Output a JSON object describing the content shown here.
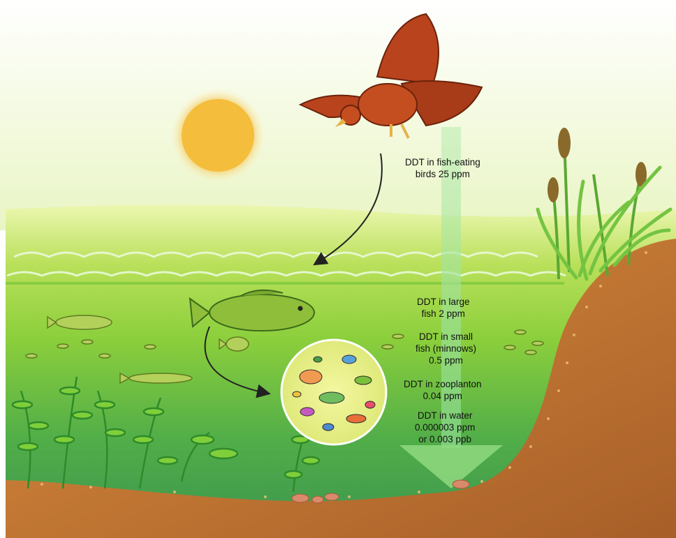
{
  "labels": {
    "birds": {
      "line1": "DDT in fish-eating",
      "line2": "birds 25 ppm"
    },
    "large_fish": {
      "line1": "DDT in large",
      "line2": "fish 2 ppm"
    },
    "small_fish": {
      "line1": "DDT in small",
      "line2": "fish (minnows)",
      "line3": "0.5 ppm"
    },
    "zooplankton": {
      "line1": "DDT in zooplanton",
      "line2": "0.04 ppm"
    },
    "water": {
      "line1": "DDT in water",
      "line2": "0.000003 ppm",
      "line3": "or 0.003 ppb"
    }
  },
  "colors": {
    "sky": "#ffffff",
    "sun": "#f6c64a",
    "water_top": "#d8ee8a",
    "water_mid": "#6cc23a",
    "water_deep": "#3f9c55",
    "soil": "#c47a38",
    "bird": "#b8431c",
    "fish": "#8fbf3a",
    "arrow": "#9fdc8a"
  }
}
